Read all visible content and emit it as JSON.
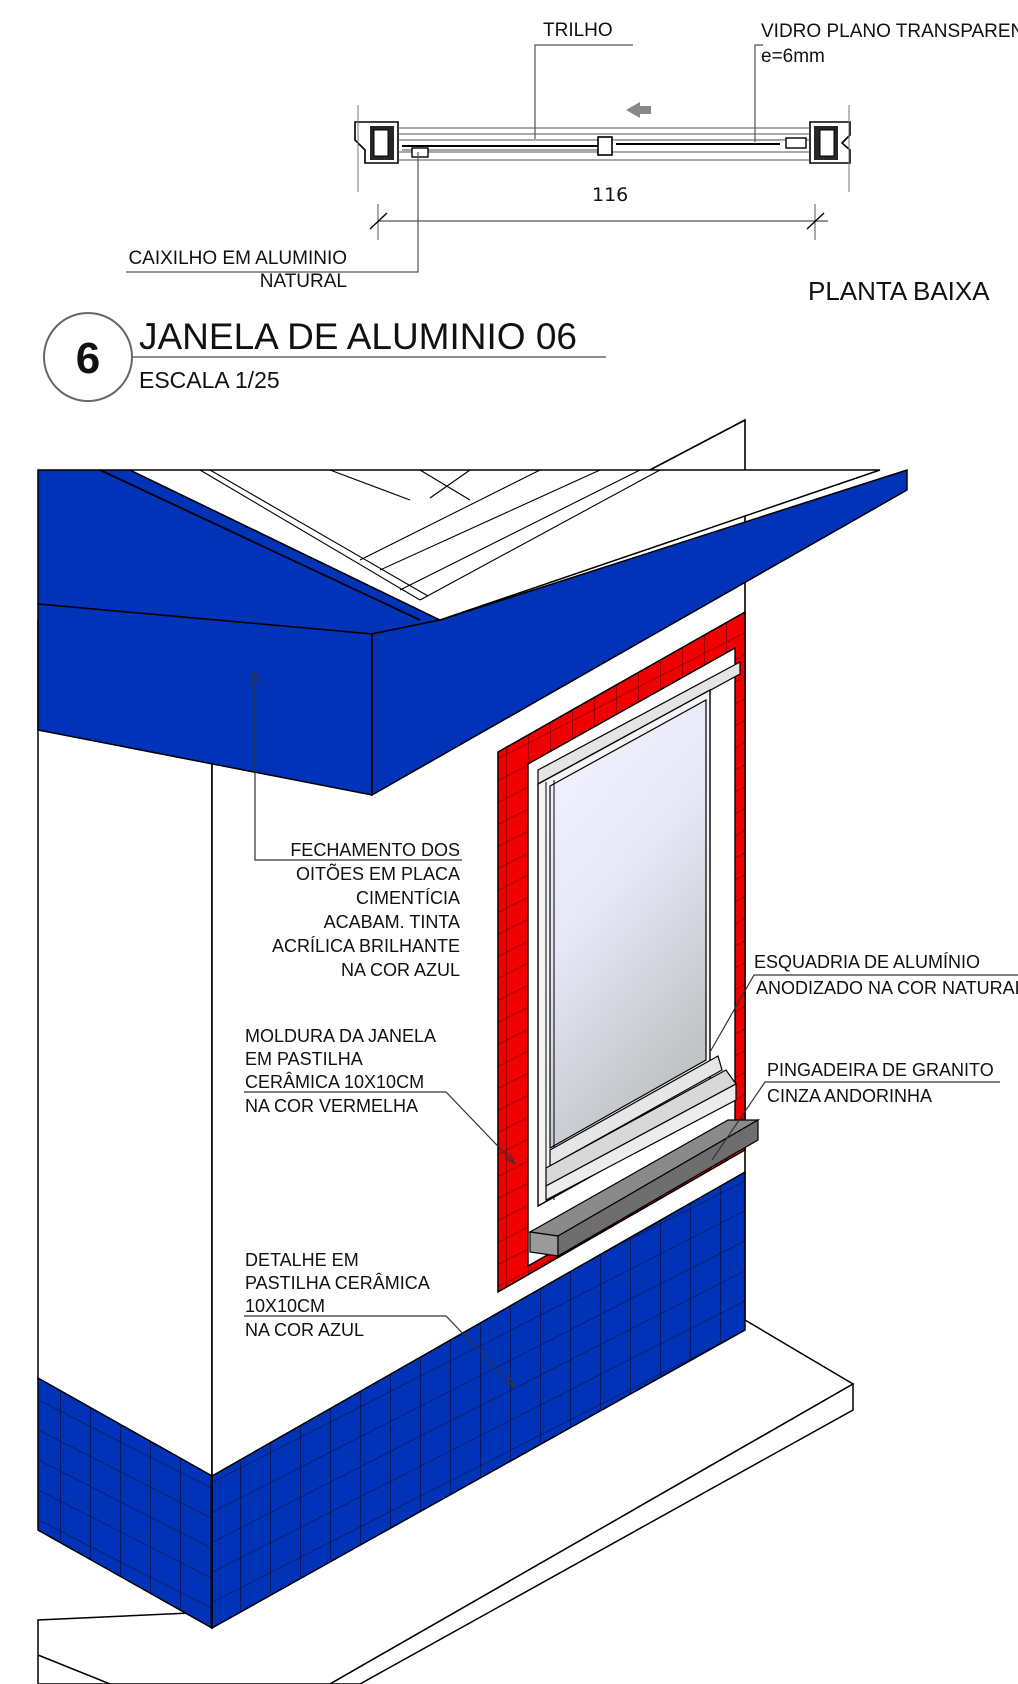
{
  "plan": {
    "label_trilho": "TRILHO",
    "label_vidro": "VIDRO PLANO TRANSPARENTE",
    "label_vidro_thickness": "e=6mm",
    "dimension": "116",
    "label_caixilho_line1": "CAIXILHO EM ALUMINIO",
    "label_caixilho_line2": "NATURAL",
    "view_label": "PLANTA BAIXA"
  },
  "title_block": {
    "number": "6",
    "title": "JANELA DE ALUMINIO 06",
    "scale": "ESCALA 1/25"
  },
  "annotations": {
    "fechamento": [
      "FECHAMENTO DOS",
      "OITÕES EM PLACA",
      "CIMENTÍCIA",
      "ACABAM. TINTA",
      "ACRÍLICA BRILHANTE",
      "NA COR AZUL"
    ],
    "moldura": [
      "MOLDURA DA JANELA",
      "EM PASTILHA",
      "CERÂMICA 10X10CM",
      "NA COR VERMELHA"
    ],
    "detalhe": [
      "DETALHE EM",
      "PASTILHA CERÂMICA",
      "10X10CM",
      "NA COR AZUL"
    ],
    "esquadria": [
      "ESQUADRIA DE ALUMÍNIO",
      "ANODIZADO NA COR NATURAL"
    ],
    "pingadeira": [
      "PINGADEIRA DE GRANITO",
      "CINZA ANDORINHA"
    ]
  },
  "colors": {
    "blue": "#0033b8",
    "red": "#f00000",
    "granite": "#6e6e6e",
    "glass": "#e6e7f8"
  }
}
